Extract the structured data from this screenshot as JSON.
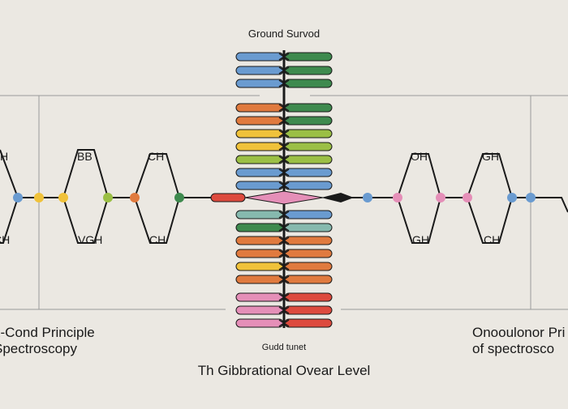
{
  "texts": {
    "top_title": "Ground Survod",
    "left_label_line1": "x-Cond Principle",
    "left_label_line2": "Spectroscopy",
    "right_label_line1": "Onooulonor Pri",
    "right_label_line2": "of spectrosco",
    "bottom_small": "Gudd tunet",
    "bottom_title": "Th Gibbrational Ovear Level"
  },
  "wave_labels": {
    "left_top": [
      "H",
      "BB",
      "CH"
    ],
    "left_bottom": [
      "CH",
      "VGH",
      "CH"
    ],
    "right_top": [
      "OH",
      "GH"
    ],
    "right_bottom": [
      "GH",
      "CH"
    ]
  },
  "colors": {
    "background": "#ebe8e2",
    "line": "#1a1a1a",
    "frame": "#9a9a9a",
    "blue": "#6a9bd0",
    "green": "#3e8a4e",
    "orange": "#e07a3e",
    "yellow": "#f0c23a",
    "lime": "#9bbf45",
    "teal": "#86b9ae",
    "pink": "#e58fb8",
    "red": "#dd4a3e"
  },
  "left_dots": [
    "blue",
    "yellow",
    "yellow",
    "lime",
    "orange",
    "green"
  ],
  "right_dots": [
    "blue",
    "pink",
    "pink",
    "pink",
    "blue",
    "blue"
  ],
  "ladder_rows": [
    {
      "left": "blue",
      "right": "green"
    },
    {
      "left": "blue",
      "right": "green"
    },
    {
      "left": "blue",
      "right": "green"
    },
    {
      "left": "orange",
      "right": "green"
    },
    {
      "left": "orange",
      "right": "green"
    },
    {
      "left": "yellow",
      "right": "lime"
    },
    {
      "left": "yellow",
      "right": "lime"
    },
    {
      "left": "lime",
      "right": "lime"
    },
    {
      "left": "blue",
      "right": "blue"
    },
    {
      "left": "blue",
      "right": "blue"
    },
    {
      "left": "teal",
      "right": "blue"
    },
    {
      "left": "green",
      "right": "teal"
    },
    {
      "left": "orange",
      "right": "orange"
    },
    {
      "left": "orange",
      "right": "orange"
    },
    {
      "left": "yellow",
      "right": "orange"
    },
    {
      "left": "orange",
      "right": "orange"
    },
    {
      "left": "orange",
      "right": "orange"
    },
    {
      "left": "pink",
      "right": "red"
    },
    {
      "left": "pink",
      "right": "red"
    },
    {
      "left": "pink",
      "right": "red"
    }
  ]
}
